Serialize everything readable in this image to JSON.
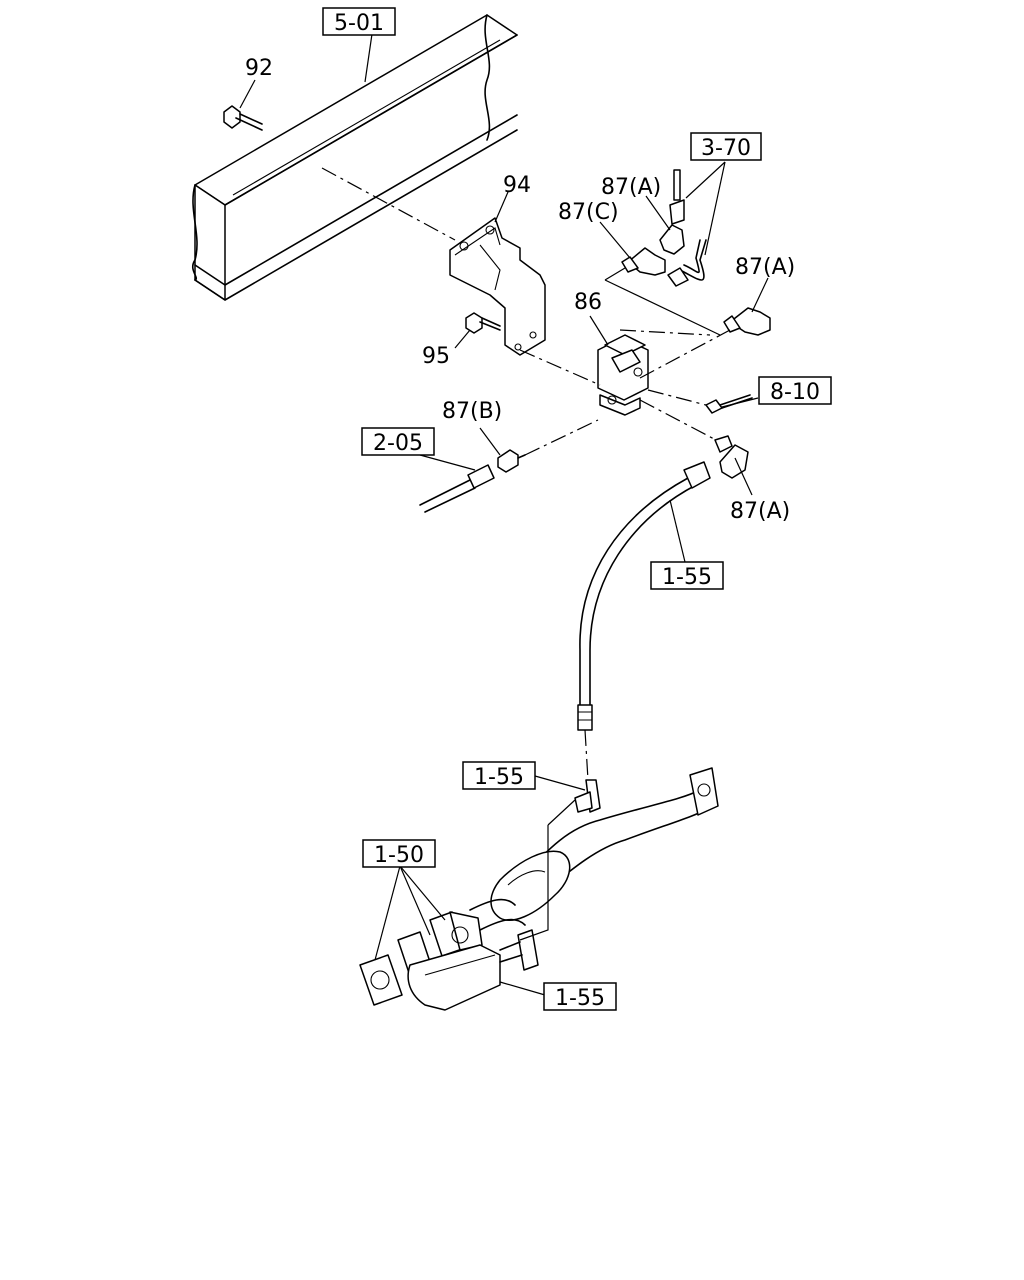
{
  "refs": {
    "r501": "5-01",
    "r370": "3-70",
    "r810": "8-10",
    "r205": "2-05",
    "r155a": "1-55",
    "r155b": "1-55",
    "r150": "1-50",
    "r155c": "1-55"
  },
  "parts": {
    "p92": "92",
    "p94": "94",
    "p95": "95",
    "p86": "86",
    "p87a_top": "87(A)",
    "p87c": "87(C)",
    "p87a_right": "87(A)",
    "p87b": "87(B)",
    "p87a_low": "87(A)"
  }
}
